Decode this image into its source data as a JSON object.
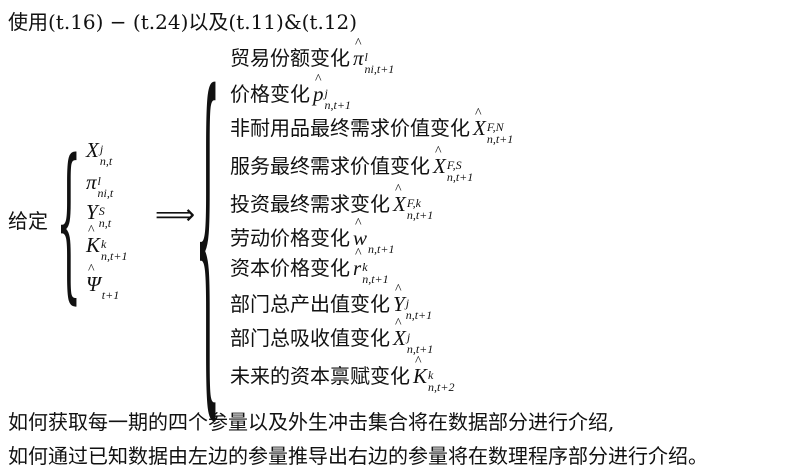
{
  "top_line": "使用(t.16) − (t.24)以及(t.11)&(t.12)",
  "given_label": "给定",
  "inputs": [
    {
      "base": "X",
      "sup": "j",
      "sub": "n,t",
      "hat": false
    },
    {
      "base": "π",
      "sup": "l",
      "sub": "ni,t",
      "hat": false
    },
    {
      "base": "Y",
      "sup": "S",
      "sub": "n,t",
      "hat": false
    },
    {
      "base": "K",
      "sup": "k",
      "sub": "n,t+1",
      "hat": true
    },
    {
      "base": "Ψ",
      "sup": "",
      "sub": "t+1",
      "hat": true
    }
  ],
  "arrow": "⟹",
  "outputs": [
    {
      "label": "贸易份额变化",
      "base": "π",
      "sup": "l",
      "sub": "ni,t+1"
    },
    {
      "label": "价格变化",
      "base": "p",
      "sup": "j",
      "sub": "n,t+1"
    },
    {
      "label": "非耐用品最终需求价值变化",
      "base": "X",
      "sup": "F,N",
      "sub": "n,t+1"
    },
    {
      "label": "服务最终需求价值变化",
      "base": "X",
      "sup": "F,S",
      "sub": "n,t+1"
    },
    {
      "label": "投资最终需求变化",
      "base": "X",
      "sup": "F,k",
      "sub": "n,t+1"
    },
    {
      "label": "劳动价格变化",
      "base": "w",
      "sup": "",
      "sub": "n,t+1"
    },
    {
      "label": "资本价格变化",
      "base": "r",
      "sup": "k",
      "sub": "n,t+1"
    },
    {
      "label": "部门总产出值变化",
      "base": "Y",
      "sup": "j",
      "sub": "n,t+1"
    },
    {
      "label": "部门总吸收值变化",
      "base": "X",
      "sup": "j",
      "sub": "n,t+1"
    },
    {
      "label": "未来的资本禀赋变化",
      "base": "K",
      "sup": "k",
      "sub": "n,t+2"
    }
  ],
  "footer_lines": [
    "如何获取每一期的四个参量以及外生冲击集合将在数据部分进行介绍,",
    "如何通过已知数据由左边的参量推导出右边的参量将在数理程序部分进行介绍。"
  ]
}
